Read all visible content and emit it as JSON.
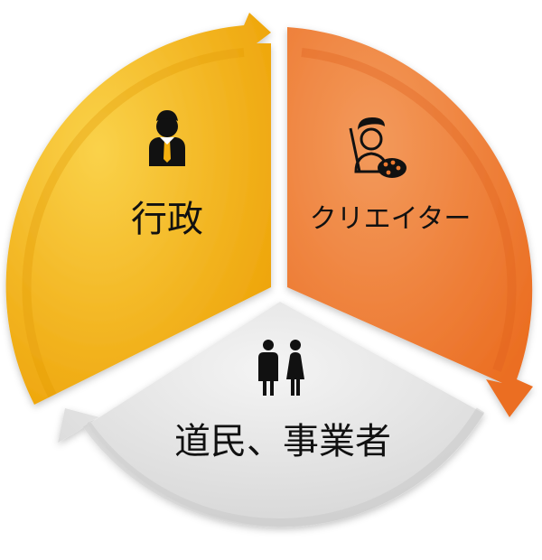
{
  "segments": [
    {
      "label": "行政",
      "icon": "businessman-icon",
      "color": "#F5B00F",
      "role": "government"
    },
    {
      "label": "クリエイター",
      "icon": "artist-with-palette-icon",
      "color": "#EE7A30",
      "role": "creator"
    },
    {
      "label": "道民、事業者",
      "icon": "people-couple-icon",
      "color": "#E2E2E2",
      "role": "citizens-and-businesses"
    }
  ],
  "colors": {
    "gold": "#F5B00F",
    "gold_light": "#FAD24A",
    "gold_dark": "#E39B05",
    "orange": "#EE7A30",
    "orange_light": "#F29A5E",
    "orange_dark": "#E0621D",
    "grey": "#E2E2E2",
    "grey_light": "#F2F2F2",
    "grey_dark": "#C8C8C8",
    "icon": "#111111",
    "text": "#111111"
  }
}
